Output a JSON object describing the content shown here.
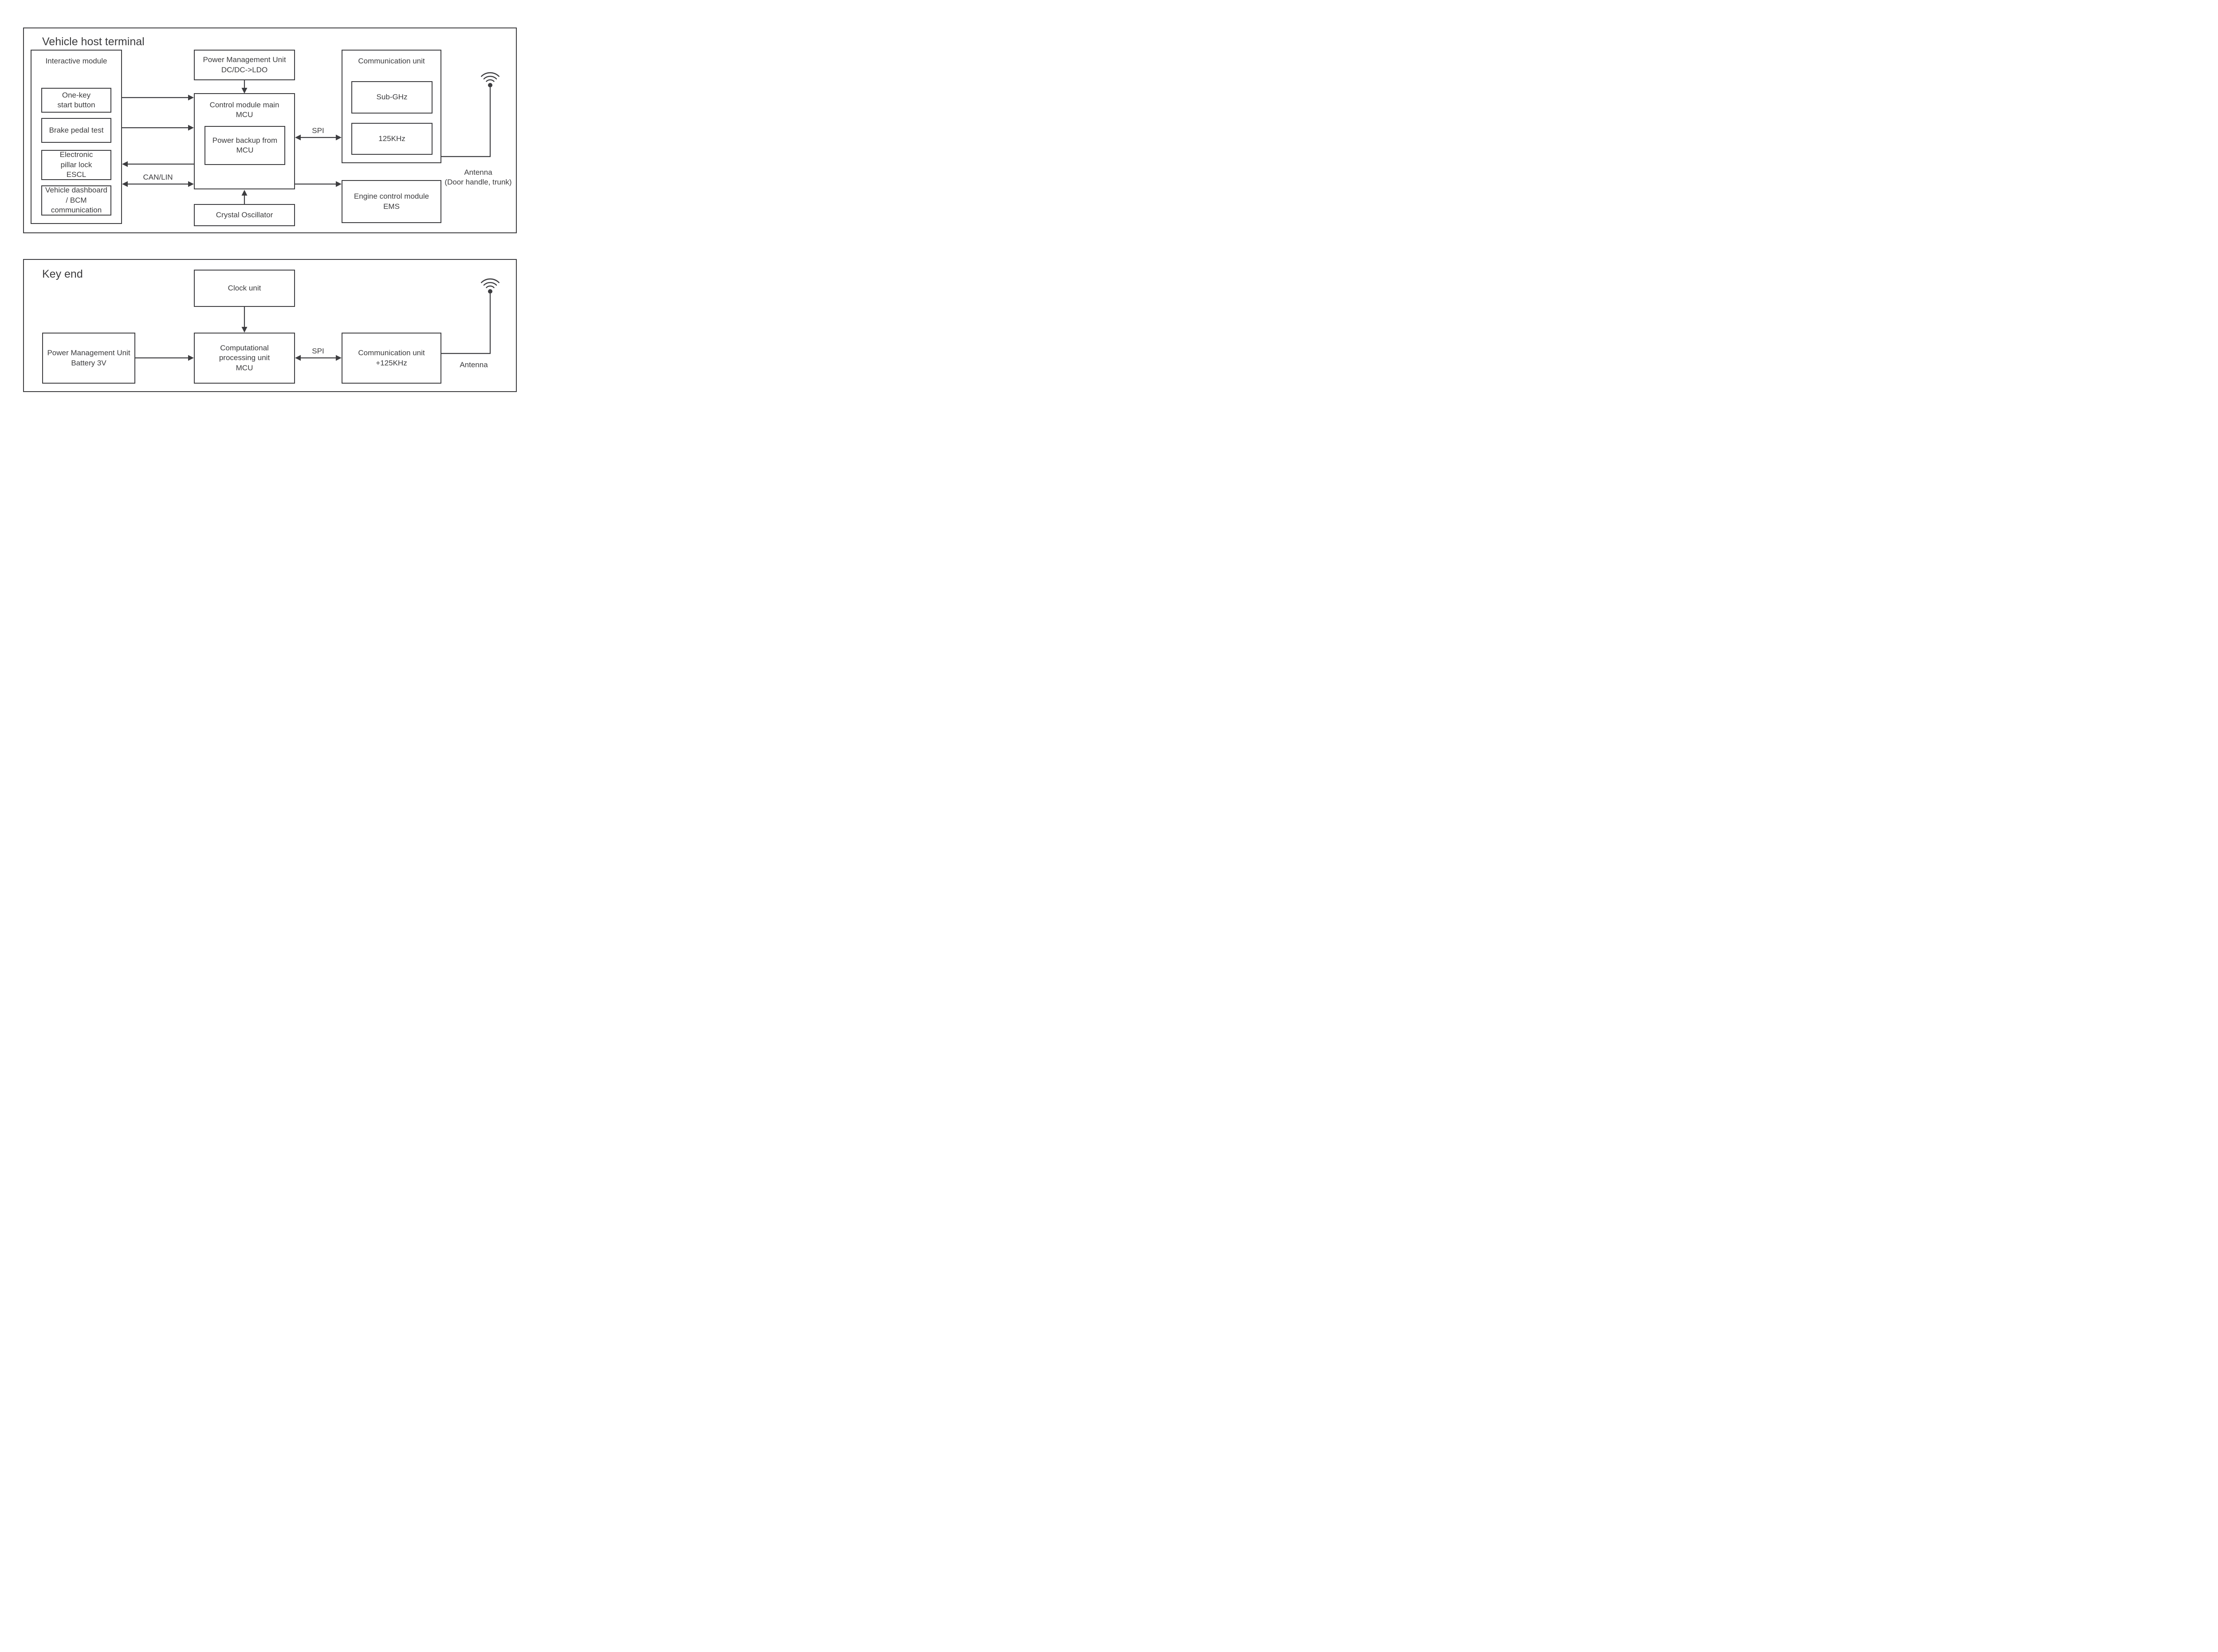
{
  "colors": {
    "line": "#3d3d40",
    "text": "#3b3b3d",
    "background": "#ffffff"
  },
  "host": {
    "title": "Vehicle host terminal",
    "interactive": {
      "title": "Interactive module",
      "items": [
        {
          "label": "One-key\nstart button"
        },
        {
          "label": "Brake pedal test"
        },
        {
          "label": "Electronic\npillar lock\nESCL"
        },
        {
          "label": "Vehicle dashboard\n/ BCM\ncommunication"
        }
      ]
    },
    "pmu": {
      "label": "Power Management Unit\nDC/DC->LDO"
    },
    "mcu": {
      "label": "Control module main\nMCU"
    },
    "power_backup": {
      "label": "Power backup from\nMCU"
    },
    "crystal": {
      "label": "Crystal Oscillator"
    },
    "comm": {
      "title": "Communication unit",
      "sub_ghz": "Sub-GHz",
      "khz_125": "125KHz"
    },
    "ems": {
      "label": "Engine control module\nEMS"
    },
    "antenna": {
      "label": "Antenna\n(Door handle, trunk)"
    },
    "bus": {
      "can_lin": "CAN/LIN",
      "spi": "SPI"
    },
    "icons": {
      "antenna": "wifi-antenna-icon"
    }
  },
  "key_end": {
    "title": "Key end",
    "clock": {
      "label": "Clock unit"
    },
    "pmu": {
      "label": "Power Management Unit\nBattery 3V"
    },
    "cpu": {
      "label": "Computational\nprocessing unit\nMCU"
    },
    "comm": {
      "label": "Communication unit\n+125KHz"
    },
    "antenna": {
      "label": "Antenna"
    },
    "bus": {
      "spi": "SPI"
    },
    "icons": {
      "antenna": "wifi-antenna-icon"
    }
  }
}
